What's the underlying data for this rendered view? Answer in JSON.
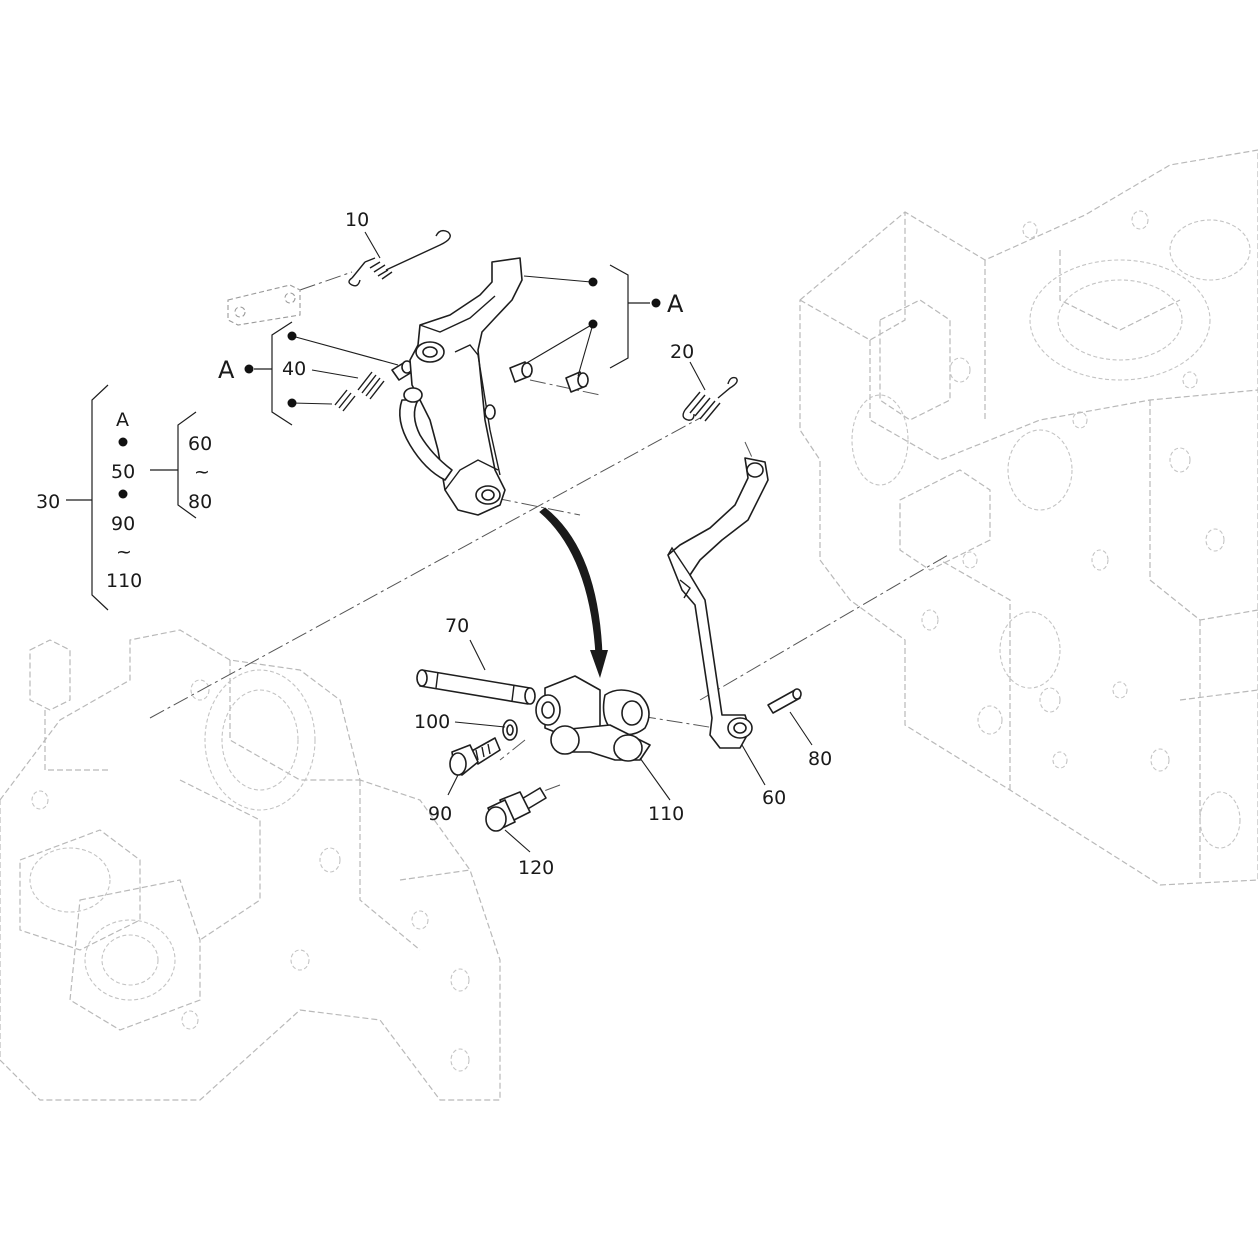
{
  "callouts": {
    "c10": "10",
    "c20": "20",
    "c30": "30",
    "c40": "40",
    "c60": "60",
    "c70": "70",
    "c80": "80",
    "c90": "90",
    "c100": "100",
    "c110": "110",
    "c120": "120",
    "a_left": "A",
    "a_right": "A"
  },
  "kit_group": {
    "a": "A",
    "n50": "50",
    "n90": "90",
    "n110": "110",
    "tilde": "~",
    "sub_60": "60",
    "sub_80": "80"
  }
}
